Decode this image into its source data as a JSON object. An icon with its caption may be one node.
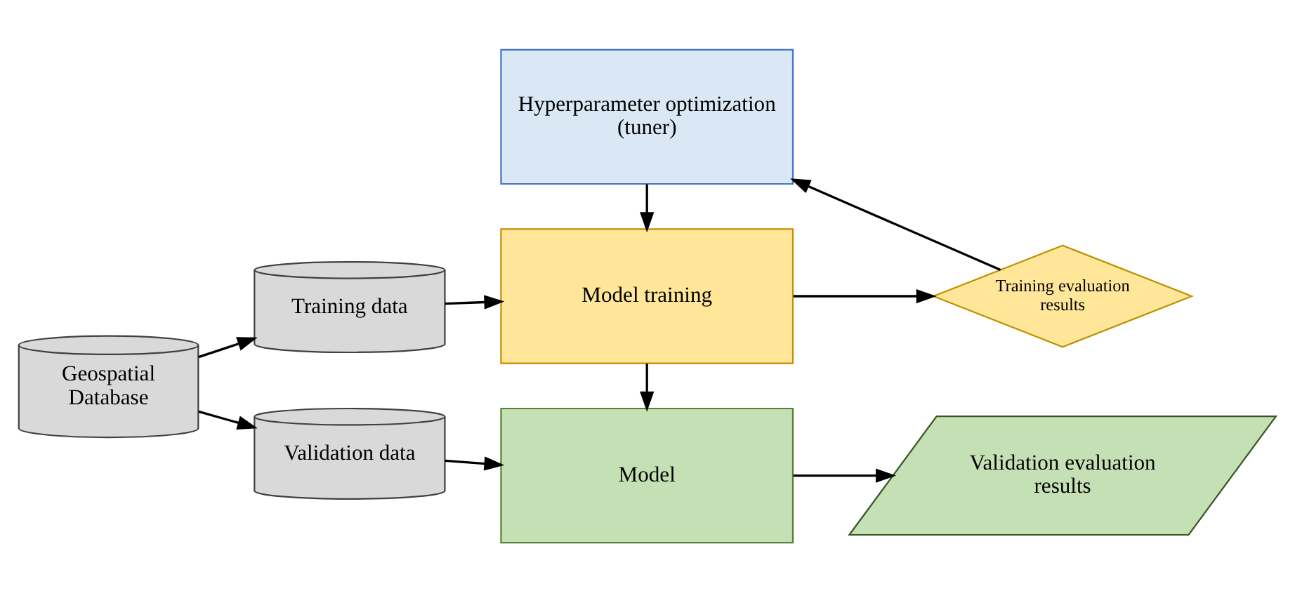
{
  "diagram": {
    "nodes": [
      {
        "text": [
          "Geospatial Database"
        ]
      },
      {
        "text": [
          "Training data"
        ]
      },
      {
        "text": [
          "Validation data"
        ]
      },
      {
        "text": [
          "Hyperparameter optimization (tuner)"
        ]
      },
      {
        "text": [
          "Model training"
        ]
      },
      {
        "text": [
          "Training evaluation results"
        ]
      },
      {
        "text": [
          "Model"
        ]
      },
      {
        "text": [
          "Validation evaluation results"
        ]
      }
    ],
    "edges": [
      {
        "from": 0,
        "to": 1,
        "arrow": "to"
      },
      {
        "from": 0,
        "to": 2,
        "arrow": "to"
      },
      {
        "from": 1,
        "to": 4,
        "arrow": "to"
      },
      {
        "from": 2,
        "to": 6,
        "arrow": "to"
      },
      {
        "from": 3,
        "to": 4,
        "arrow": "to"
      },
      {
        "from": 4,
        "to": 6,
        "arrow": "to"
      },
      {
        "from": 4,
        "to": 5,
        "arrow": "to"
      },
      {
        "from": 6,
        "to": 7,
        "arrow": "to"
      },
      {
        "from": 5,
        "to": 3,
        "arrow": "to"
      }
    ]
  }
}
